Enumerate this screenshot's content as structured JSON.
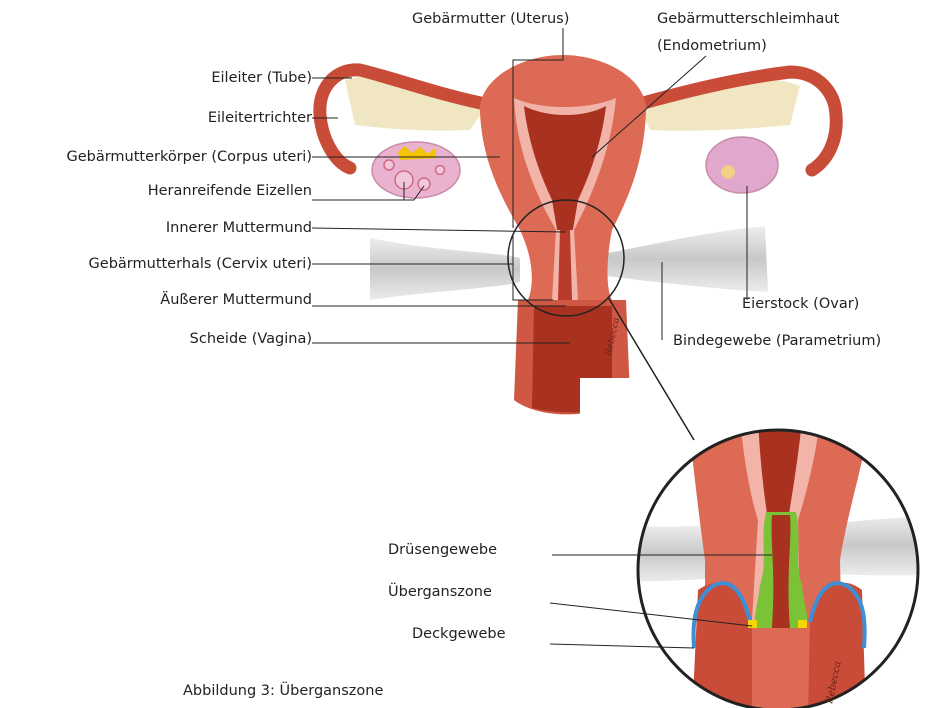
{
  "labels": {
    "uterus": "Gebärmutter (Uterus)",
    "endometrium_1": "Gebärmutterschleimhaut",
    "endometrium_2": "(Endometrium)",
    "tube": "Eileiter (Tube)",
    "funnel": "Eileitertrichter",
    "corpus": "Gebärmutterkörper (Corpus uteri)",
    "eggs": "Heranreifende Eizellen",
    "inner_os": "Innerer Muttermund",
    "cervix": "Gebärmutterhals (Cervix uteri)",
    "outer_os": "Äußerer Muttermund",
    "vagina": "Scheide (Vagina)",
    "ovary": "Eierstock (Ovar)",
    "parametrium": "Bindegewebe (Parametrium)",
    "glandular": "Drüsengewebe",
    "transition": "Überganszone",
    "cover": "Deckgewebe",
    "caption": "Abbildung 3: Überganszone"
  },
  "signature": "Rebecca",
  "colors": {
    "muscle": "#dd6a55",
    "muscle_dark": "#b83a2a",
    "lining": "#f2b3a8",
    "cavity": "#a8321f",
    "ovary": "#e9b3cf",
    "ligament": "#d9d9d9",
    "glandular": "#7bc236",
    "squamous": "#3d8fd6",
    "transition": "#f5d600"
  }
}
